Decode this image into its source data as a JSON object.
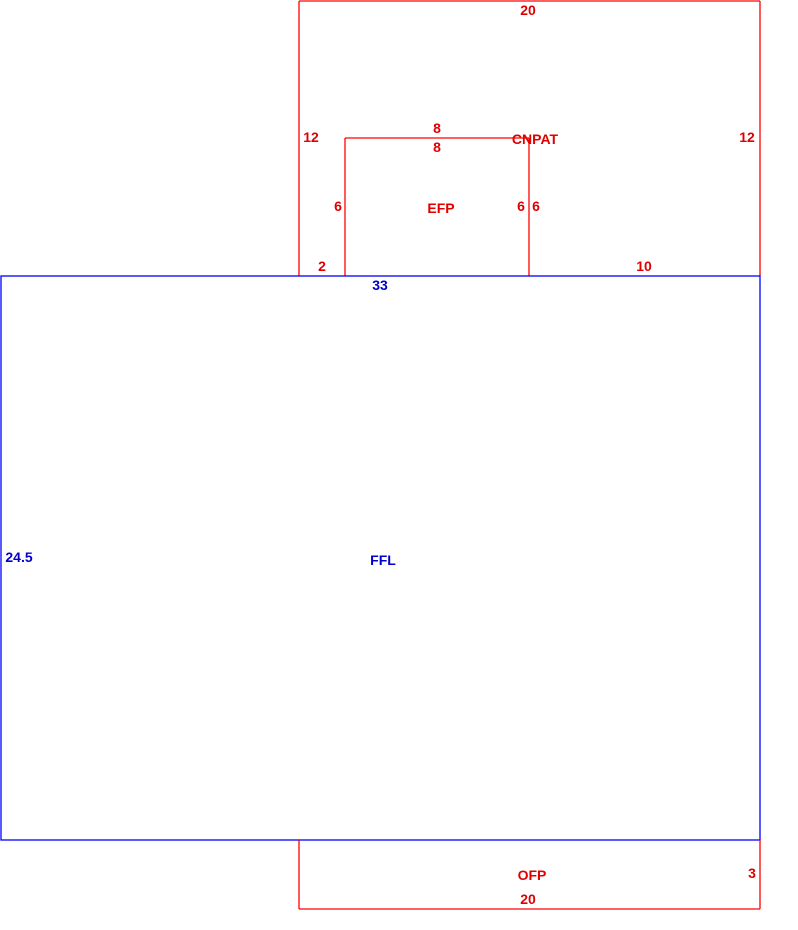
{
  "colors": {
    "outline_red": "#ff0000",
    "outline_blue": "#0000ff",
    "label_red": "#e00000",
    "label_blue": "#0000cc"
  },
  "areas": {
    "ffl": {
      "code": "FFL",
      "width": "33",
      "depth": "24.5"
    },
    "cnpat": {
      "code": "CNPAT",
      "top": "20",
      "left": "12",
      "right": "12",
      "bottom_left": "2",
      "bottom_right": "10"
    },
    "efp": {
      "code": "EFP",
      "top_outer": "8",
      "top_inner": "8",
      "left": "6",
      "right_inner": "6",
      "right_outer": "6"
    },
    "ofp": {
      "code": "OFP",
      "bottom": "20",
      "right": "3"
    }
  }
}
